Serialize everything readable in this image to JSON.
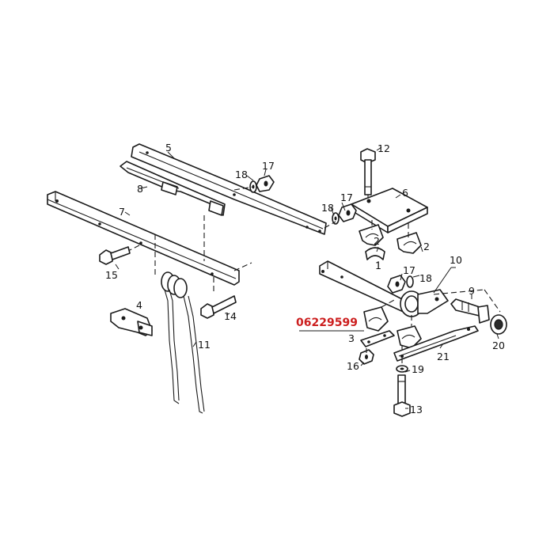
{
  "highlight": {
    "part_number": "06229599",
    "color": "#cc1f1f"
  },
  "callouts": {
    "c1": "1",
    "c2a": "2",
    "c2b": "2",
    "c3": "3",
    "c4": "4",
    "c5": "5",
    "c6": "6",
    "c7": "7",
    "c8": "8",
    "c9": "9",
    "c10": "10",
    "c11": "11",
    "c12": "12",
    "c13": "13",
    "c14": "14",
    "c15": "15",
    "c16": "16",
    "c17a": "17",
    "c17b": "17",
    "c17c": "17",
    "c18a": "18",
    "c18b": "18",
    "c18c": "18",
    "c19": "19",
    "c20": "20",
    "c21": "21"
  }
}
